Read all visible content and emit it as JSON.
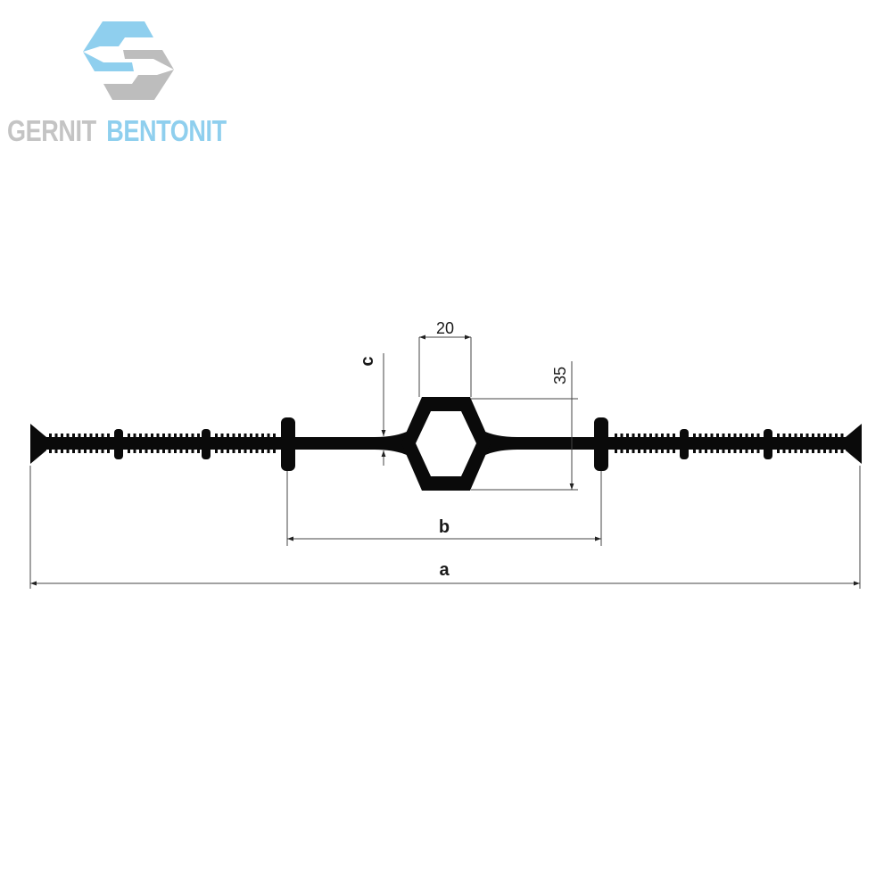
{
  "brand": {
    "word1": "GERNIT",
    "word2": "BENTONIT",
    "gray_color": "#c4c4c4",
    "blue_color": "#8fcfee",
    "emblem_icon": "hexagon-s-logo-icon"
  },
  "drawing": {
    "profile_color": "#0a0a0a",
    "dimensions": {
      "bulb_width": "20",
      "bulb_height": "35",
      "web_thickness": "c",
      "inner_width": "b",
      "total_width": "a"
    }
  }
}
